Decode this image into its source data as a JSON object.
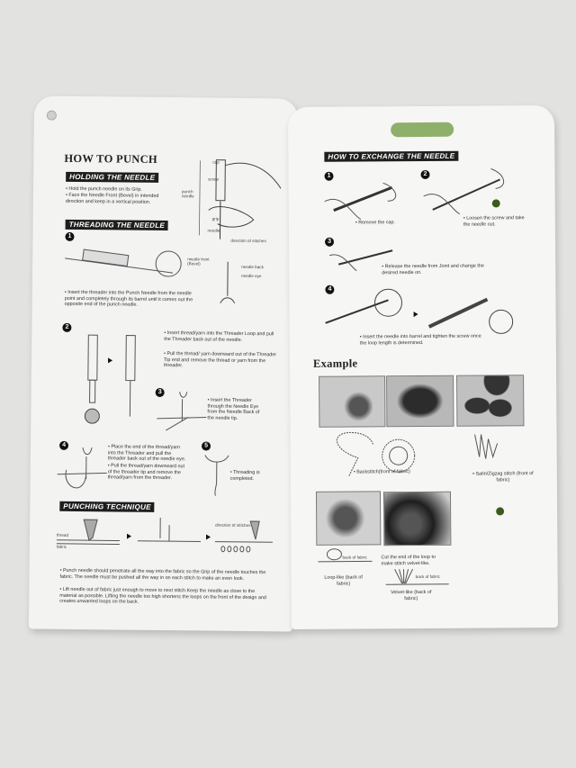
{
  "left_card": {
    "title": "HOW TO PUNCH",
    "holding_heading": "HOLDING THE NEEDLE",
    "holding_bullets": [
      "• Hold the punch needle on its Grip.",
      "• Face the Needle Front (Bevel) in intended direction and keep in a vertical position."
    ],
    "diagram_labels": {
      "cap": "cap",
      "screw": "screw",
      "punch_needle": "punch needle",
      "grip": "grip",
      "needle": "needle",
      "direction": "direction of stitches",
      "needle_front": "needle front (Bevel)",
      "needle_back": "needle back",
      "needle_eye": "needle eye"
    },
    "threading_heading": "THREADING THE NEEDLE",
    "steps": [
      {
        "number": "1",
        "text": "• Insert the threader into the Punch Needle from the needle point and completely through its barrel until it comes out the opposite end of the punch needle."
      },
      {
        "number": "2",
        "text": "• Insert thread/yarn into the Threader Loop and pull the Threader back out of the needle.",
        "text2": "• Pull the thread/ yarn downward out of the Threader Tip end and remove the thread or yarn from the threader."
      },
      {
        "number": "3",
        "text": "• Insert the Threader through the Needle Eye from the Needle Back of the needle tip."
      },
      {
        "number": "4",
        "text": "• Place the end of the thread/yarn into the Threader and pull the threader back out of the needle eye.",
        "text2": "• Pull the thread/yarn downward out of the threader tip and remove the thread/yarn from the threader."
      },
      {
        "number": "5",
        "text": "• Threading is completed."
      }
    ],
    "technique_heading": "PUNCHING TECHNIQUE",
    "technique_labels": {
      "thread": "thread",
      "fabric": "fabric",
      "direction": "direction of stitches"
    },
    "technique_bullets": [
      "• Punch needle should penetrate all the way into the fabric so the Grip of the needle touches the fabric. The needle must be pushed all the way in on each stitch to make an even look.",
      "• Lift needle out of fabric just enough to move to next stitch.Keep the needle as close to the material as possible. Lifting the needle too high shortens the loops on the front of the design and creates unwanted loops on the back."
    ]
  },
  "right_card": {
    "exchange_heading": "HOW TO EXCHANGE THE NEEDLE",
    "steps": [
      {
        "number": "1",
        "text": "• Remove the cap."
      },
      {
        "number": "2",
        "text": "• Loosen the screw and take the needle out."
      },
      {
        "number": "3",
        "text": "• Release the needle from Joint and change the desired needle on."
      },
      {
        "number": "4",
        "text": "• Insert the needle into barrel and tighten the screw once the loop length is determined."
      }
    ],
    "example_heading": "Example",
    "backstitch_label": "• Backstitch(front of fabric)",
    "satin_label": "• Satin/Zigzag stitch (front of fabric)",
    "cut_note": "Cut the end of the loop to make stitch velvet-like.",
    "back_of_fabric": "back of fabric",
    "loop_like": "Loop-like (back of fabric)",
    "velvet_like": "Velvet-like (back of fabric)"
  },
  "colors": {
    "background": "#e2e2e0",
    "card": "#f3f3f1",
    "heading_bar": "#1e1e1e",
    "hanger_hole_green": "#8fb06a",
    "dot_green": "#3d5a1e"
  }
}
